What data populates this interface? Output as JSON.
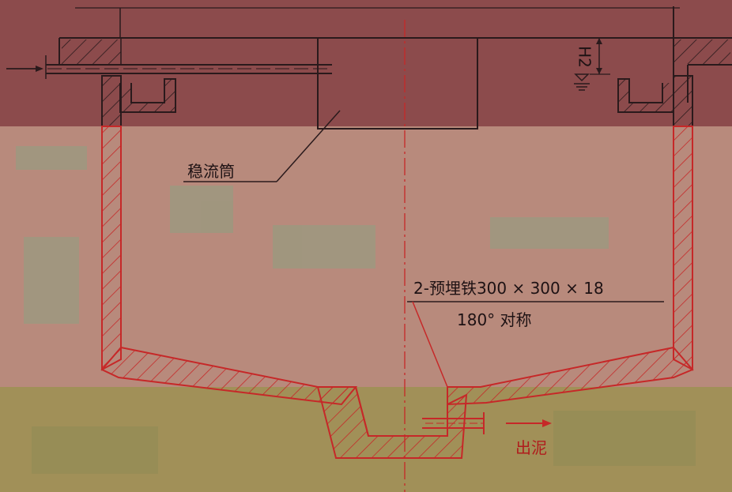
{
  "colors": {
    "band_top": "#8c4b4c",
    "band_mid": "#b88a7c",
    "band_bot": "#a19058",
    "line_dark": "#2a1a1c",
    "line_red": "#c62828",
    "text_dark": "#1e1214",
    "text_red": "#b01c1c",
    "patch_mid": "#8ea081",
    "patch_bot": "#8f8a55"
  },
  "labels": {
    "stilling_tube": "稳流筒",
    "h2": "H2",
    "embedded_iron": "2-预埋铁300 × 300 × 18",
    "symmetry": "180°  对称",
    "sludge_out": "出泥"
  },
  "icons": {
    "water_level": "water-level-icon",
    "inlet_arrow": "inlet-arrow-icon",
    "outlet_arrow": "sludge-outlet-arrow-icon"
  }
}
